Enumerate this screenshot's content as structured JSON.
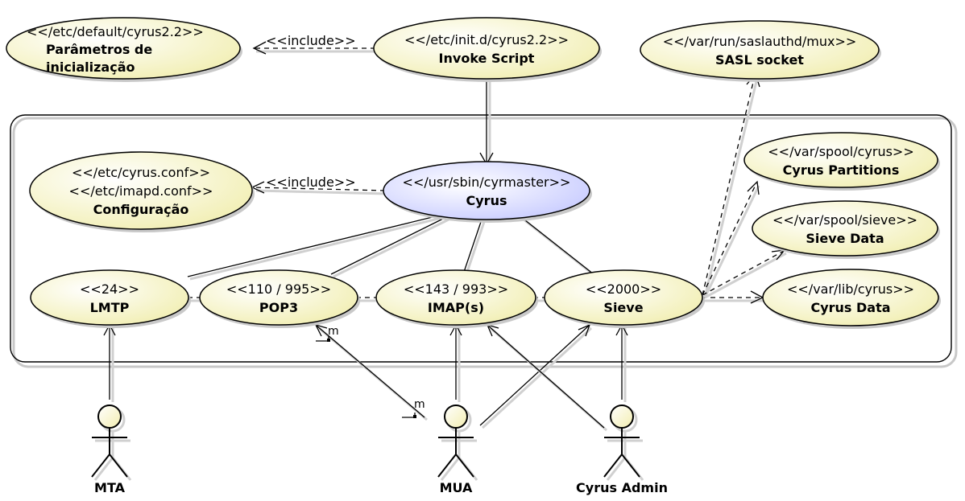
{
  "use_cases": {
    "default_params": {
      "stereotype": "<</etc/default/cyrus2.2>>",
      "name_line1": "Parâmetros de",
      "name_line2": "inicialização"
    },
    "invoke_script": {
      "stereotype": "<</etc/init.d/cyrus2.2>>",
      "name": "Invoke Script"
    },
    "sasl_socket": {
      "stereotype": "<</var/run/saslauthd/mux>>",
      "name": "SASL socket"
    },
    "configuracao": {
      "stereotype1": "<</etc/cyrus.conf>>",
      "stereotype2": "<</etc/imapd.conf>>",
      "name": "Configuração"
    },
    "cyrus": {
      "stereotype": "<</usr/sbin/cyrmaster>>",
      "name": "Cyrus"
    },
    "cyrus_partitions": {
      "stereotype": "<</var/spool/cyrus>>",
      "name": "Cyrus Partitions"
    },
    "sieve_data": {
      "stereotype": "<</var/spool/sieve>>",
      "name": "Sieve Data"
    },
    "cyrus_data": {
      "stereotype": "<</var/lib/cyrus>>",
      "name": "Cyrus Data"
    },
    "lmtp": {
      "stereotype": "<<24>>",
      "name": "LMTP"
    },
    "pop3": {
      "stereotype": "<<110 / 995>>",
      "name": "POP3"
    },
    "imap": {
      "stereotype": "<<143 / 993>>",
      "name": "IMAP(s)"
    },
    "sieve": {
      "stereotype": "<<2000>>",
      "name": "Sieve"
    }
  },
  "relations": {
    "include_label": "<<include>>",
    "multiplicity": "m"
  },
  "actors": {
    "mta": "MTA",
    "mua": "MUA",
    "admin": "Cyrus Admin"
  }
}
